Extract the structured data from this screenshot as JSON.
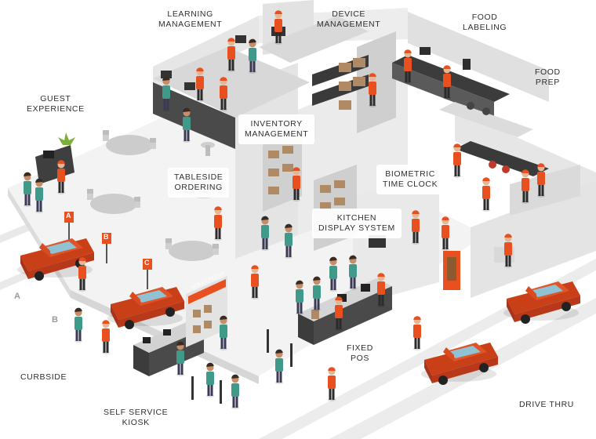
{
  "labels": {
    "learning_management": [
      "LEARNING",
      "MANAGEMENT"
    ],
    "device_management": [
      "DEVICE",
      "MANAGEMENT"
    ],
    "food_labeling": [
      "FOOD",
      "LABELING"
    ],
    "food_prep": [
      "FOOD",
      "PREP"
    ],
    "guest_experience": [
      "GUEST",
      "EXPERIENCE"
    ],
    "inventory_management": [
      "INVENTORY",
      "MANAGEMENT"
    ],
    "tableside_ordering": [
      "TABLESIDE",
      "ORDERING"
    ],
    "biometric_time_clock": [
      "BIOMETRIC",
      "TIME CLOCK"
    ],
    "kitchen_display_system": [
      "KITCHEN",
      "DISPLAY SYSTEM"
    ],
    "fixed_pos": [
      "FIXED",
      "POS"
    ],
    "curbside": [
      "CURBSIDE"
    ],
    "self_service_kiosk": [
      "SELF SERVICE",
      "KIOSK"
    ],
    "drive_thru": [
      "DRIVE THRU"
    ]
  },
  "lane_markers": [
    "A",
    "B"
  ],
  "parking_signs": [
    "A",
    "B",
    "C"
  ],
  "kiosk_banner": "MOBILE PICKUP",
  "colors": {
    "brand_orange": "#e8501f",
    "car_red": "#d9481c",
    "floor": "#f2f2f2",
    "wall": "#e3e3e3",
    "counter_dark": "#4a4a4a",
    "wood": "#b08a64",
    "text": "#2f2f2f"
  }
}
